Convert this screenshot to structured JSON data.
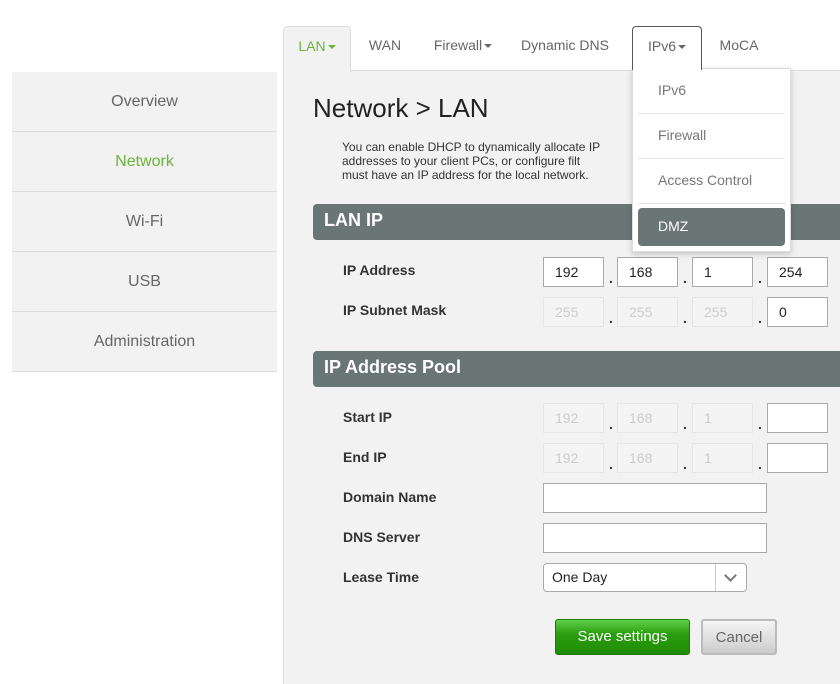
{
  "sidebar": {
    "items": [
      {
        "label": "Overview"
      },
      {
        "label": "Network"
      },
      {
        "label": "Wi-Fi"
      },
      {
        "label": "USB"
      },
      {
        "label": "Administration"
      }
    ]
  },
  "tabs": [
    {
      "label": "LAN"
    },
    {
      "label": "WAN"
    },
    {
      "label": "Firewall"
    },
    {
      "label": "Dynamic DNS"
    },
    {
      "label": "IPv6"
    },
    {
      "label": "MoCA"
    }
  ],
  "dropdown": {
    "items": [
      {
        "label": "IPv6"
      },
      {
        "label": "Firewall"
      },
      {
        "label": "Access Control"
      },
      {
        "label": "DMZ"
      }
    ]
  },
  "main": {
    "title": "Network > LAN",
    "description_line1": "You can enable DHCP to dynamically allocate IP addresses to your client PCs, or configure filt",
    "description_line2": "must have an IP address for the local network.",
    "lan_ip": {
      "header": "LAN IP",
      "ip_label": "IP Address",
      "ip": [
        "192",
        "168",
        "1",
        "254"
      ],
      "mask_label": "IP Subnet Mask",
      "mask": [
        "255",
        "255",
        "255",
        "0"
      ]
    },
    "pool": {
      "header": "IP Address Pool",
      "start_label": "Start IP",
      "start": [
        "192",
        "168",
        "1",
        ""
      ],
      "end_label": "End IP",
      "end": [
        "192",
        "168",
        "1",
        ""
      ],
      "domain_label": "Domain Name",
      "domain": "",
      "dns_label": "DNS Server",
      "dns": "",
      "lease_label": "Lease Time",
      "lease": "One Day"
    },
    "save": "Save settings",
    "cancel": "Cancel"
  },
  "colors": {
    "accent": "#6bb33a",
    "section": "#6a7675",
    "save": "#2a9e10"
  }
}
